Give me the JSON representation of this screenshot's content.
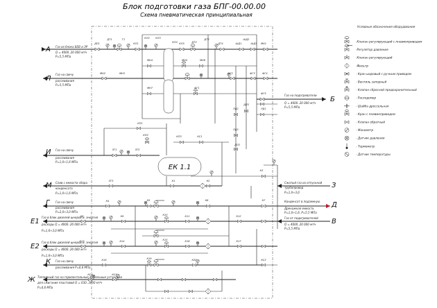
{
  "title": "Блок подготовки газа БПГ-00.00.00",
  "subtitle": "Схема пневматическая принципиальная",
  "vessel": "ЕК 1.1",
  "legend": {
    "heading": "Условные обозначения оборудования",
    "items": [
      {
        "icon": "control-valve-pneumatic",
        "text": "-Клапан регулирующий с пневмоприводом"
      },
      {
        "icon": "pressure-regulator",
        "text": "-Регулятор давления"
      },
      {
        "icon": "control-valve",
        "text": "-Клапан регулирующий"
      },
      {
        "icon": "filter",
        "text": "-Фильтр"
      },
      {
        "icon": "ball-valve-manual",
        "text": "- Кран шаровый с ручным приводом"
      },
      {
        "icon": "drain-valve",
        "text": "- Вентиль запорный"
      },
      {
        "icon": "relief-valve",
        "text": "- Клапан сбросной предохранительный"
      },
      {
        "icon": "flow-meter",
        "text": "- Расходомер"
      },
      {
        "icon": "throttle-washer",
        "text": "- Шайба дроссельная"
      },
      {
        "icon": "pneumatic-valve",
        "text": "- Кран с пневмоприводом"
      },
      {
        "icon": "check-valve",
        "text": "- Клапан обратный"
      },
      {
        "icon": "manometer",
        "text": "- Манометр"
      },
      {
        "icon": "pressure-sensor",
        "text": "- Датчик давления"
      },
      {
        "icon": "thermometer",
        "text": "- Термометр"
      },
      {
        "icon": "temperature-sensor",
        "text": "- Датчик температуры"
      }
    ]
  },
  "streams_left": [
    {
      "letter": "А",
      "lines": [
        "Газ из блока ББВ и ЭР",
        "Q = 4000..20 000 м³/ч",
        "P=5,5 МПа"
      ]
    },
    {
      "letter": "Л",
      "lines": [
        "Газ на свечу",
        "рассеивания",
        "P=5,5 МПа"
      ]
    },
    {
      "letter": "И",
      "lines": [
        "Газ на свечу",
        "рассеивания",
        "P=1,0÷1,6 МПа"
      ]
    },
    {
      "letter": "М",
      "lines": [
        "Слив с емкости сбора",
        "конденсата",
        "P=1,0÷1,6 МПа"
      ]
    },
    {
      "letter": "Г",
      "lines": [
        "Газ на свечу",
        "рассеивания",
        "P=2,0÷3,0 МПа"
      ]
    },
    {
      "letter": "Е1",
      "lines": [
        "Газ в блок дизелей шнеров и. энергия",
        "расходы  Q = 4000..20 000 м³/ч",
        "P=1,6÷3,0 МПа"
      ]
    },
    {
      "letter": "Е2",
      "lines": [
        "Газ в блок дизелей шнеров и. энергия",
        "расходы  Q = 4000..20 000 м³/ч",
        "P=1,6÷3,0 МПа"
      ]
    },
    {
      "letter": "К",
      "lines": [
        "Газ на свечу",
        "рассеивания P=0,6 МПа"
      ]
    },
    {
      "letter": "Ж",
      "lines": [
        "Топливный газ на горизонтальные факельные установки",
        "для сжигания пластовой  Q = 630..3000 м³/ч",
        "P=0,6 МПа"
      ]
    }
  ],
  "streams_right": [
    {
      "letter": "Б",
      "lines": [
        "Газ на подогреватели",
        "Q = 4000..20 000 м³/ч",
        "P=5,5 МПа"
      ]
    },
    {
      "letter": "З",
      "lines": [
        "Сжатый газ из отпускной",
        "трубопровод",
        "P=1,0÷3,0"
      ]
    },
    {
      "letter": "Д",
      "lines": [
        "Конденсат в подземную",
        "Дренажная емкость",
        "P=1,0÷1,6, P=5,5 МПа"
      ]
    },
    {
      "letter": "В",
      "lines": [
        "Газ от подогревателей",
        "Q = 4000..20 000 м³/ч",
        "P=5,5 МПа"
      ]
    }
  ],
  "tags": [
    "ДП1",
    "ДТ1",
    "Т1",
    "КЛ1",
    "КЛ2",
    "КЛ3",
    "КЛ4",
    "КЛ5",
    "ДТ2",
    "ДТ3",
    "ДТ4",
    "ШД1",
    "ШД2",
    "ШД3",
    "МН1",
    "МН2",
    "МН3",
    "МН4",
    "МН5",
    "МН6",
    "МН7",
    "ФГ1",
    "ФГ2",
    "ФГ3",
    "ФГ4",
    "ФГ5",
    "РД1",
    "РД2",
    "РД3",
    "ДП2",
    "ДП3",
    "КП1",
    "КП2",
    "КП3",
    "КС1",
    "ЗТ1",
    "ЗТ2",
    "ЗТ3",
    "К1",
    "К2",
    "К3",
    "К4",
    "К5",
    "К6",
    "К7",
    "К8",
    "К9",
    "К10",
    "К11",
    "К12",
    "К13",
    "К14",
    "К15",
    "К16",
    "К17",
    "К18",
    "К19",
    "К20",
    "КС2",
    "КС3",
    "КС4"
  ]
}
